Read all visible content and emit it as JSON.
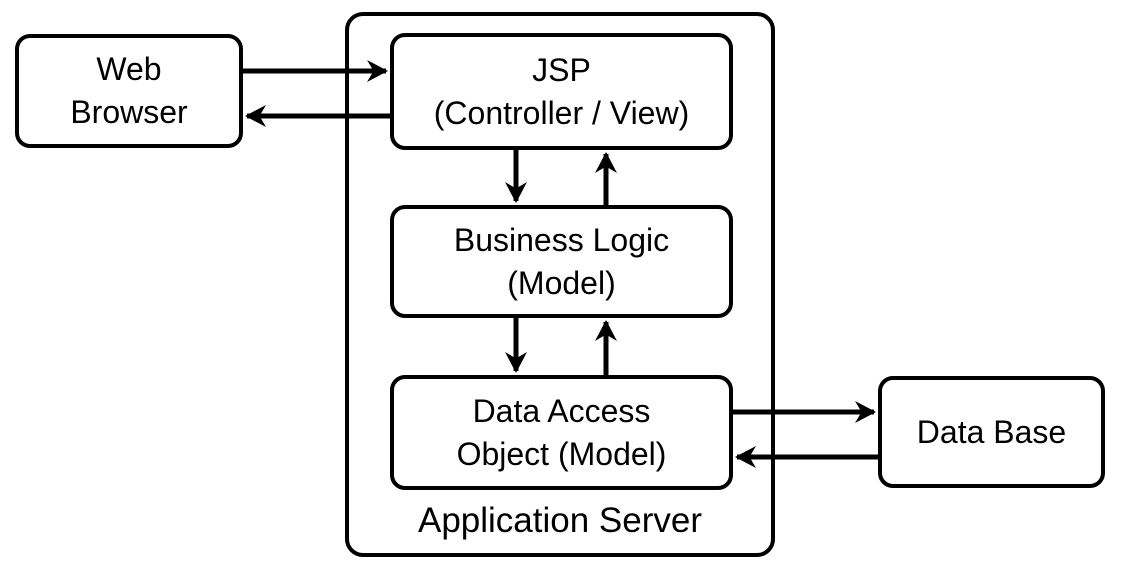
{
  "diagram": {
    "colors": {
      "stroke": "#000000",
      "node_fill": "#ffffff",
      "background": "#ffffff"
    },
    "nodes": {
      "web_browser": {
        "label": "Web\nBrowser"
      },
      "jsp": {
        "label": "JSP\n(Controller / View)"
      },
      "business_logic": {
        "label": "Business Logic\n(Model)"
      },
      "dao": {
        "label": "Data Access\nObject (Model)"
      },
      "database": {
        "label": "Data Base"
      }
    },
    "container": {
      "app_server": {
        "label": "Application Server"
      }
    },
    "arrows": [
      {
        "from": "web_browser",
        "to": "jsp"
      },
      {
        "from": "jsp",
        "to": "web_browser"
      },
      {
        "from": "jsp",
        "to": "business_logic"
      },
      {
        "from": "business_logic",
        "to": "jsp"
      },
      {
        "from": "business_logic",
        "to": "dao"
      },
      {
        "from": "dao",
        "to": "business_logic"
      },
      {
        "from": "dao",
        "to": "database"
      },
      {
        "from": "database",
        "to": "dao"
      }
    ]
  }
}
